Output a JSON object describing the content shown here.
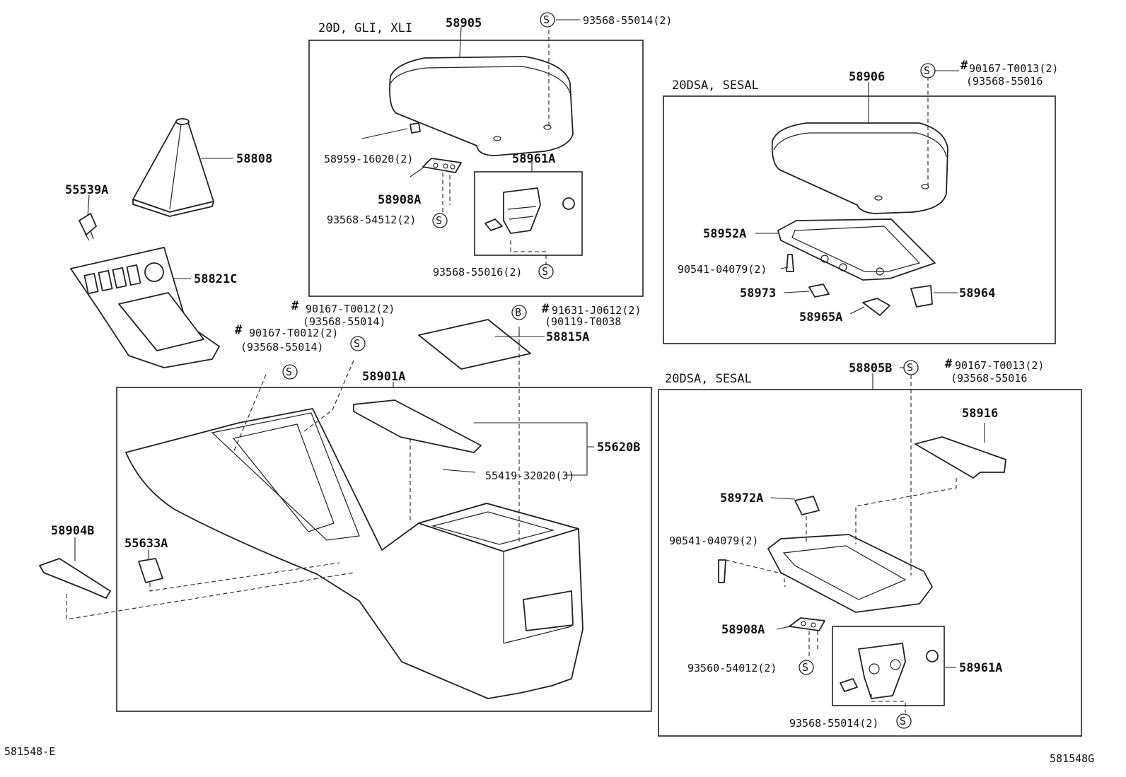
{
  "groups": {
    "g1": "20D, GLI, XLI",
    "g2": "20DSA, SESAL",
    "g3": "20DSA, SESAL"
  },
  "parts": {
    "p58905": "58905",
    "p58808": "58808",
    "p55539A": "55539A",
    "p58821C": "58821C",
    "p58959": "58959-16020(2)",
    "p58908A_top": "58908A",
    "p93568_54512": "93568-54512(2)",
    "p58961A_top": "58961A",
    "p93568_55016_top": "93568-55016(2)",
    "p93568_55014_top": "93568-55014(2)",
    "p58906": "58906",
    "p90167_T0013_a": "90167-T0013(2)",
    "p93568_55016_a": "(93568-55016",
    "p58952A": "58952A",
    "p90541_a": "90541-04079(2)",
    "p58973": "58973",
    "p58964": "58964",
    "p58965A": "58965A",
    "p90167_T0012_a": "90167-T0012(2)",
    "p93568_55014_a": "(93568-55014)",
    "p90167_T0012_b": "90167-T0012(2)",
    "p93568_55014_b": "(93568-55014)",
    "p91631": "91631-J0612(2)",
    "p90119": "(90119-T0038",
    "p58815A": "58815A",
    "p58901A": "58901A",
    "p55620B": "55620B",
    "p55419": "55419-32020(3)",
    "p58904B": "58904B",
    "p55633A": "55633A",
    "p58805B": "58805B",
    "p90167_T0013_b": "90167-T0013(2)",
    "p93568_55016_b": "(93568-55016",
    "p58916": "58916",
    "p58972A": "58972A",
    "p90541_b": "90541-04079(2)",
    "p58908A_bot": "58908A",
    "p93560_54012": "93560-54012(2)",
    "p58961A_bot": "58961A",
    "p93568_55014_bot": "93568-55014(2)"
  },
  "symbols": {
    "s": "S",
    "b": "B",
    "hash": "#"
  },
  "footer": {
    "left": "581548-E",
    "right": "581548G"
  }
}
